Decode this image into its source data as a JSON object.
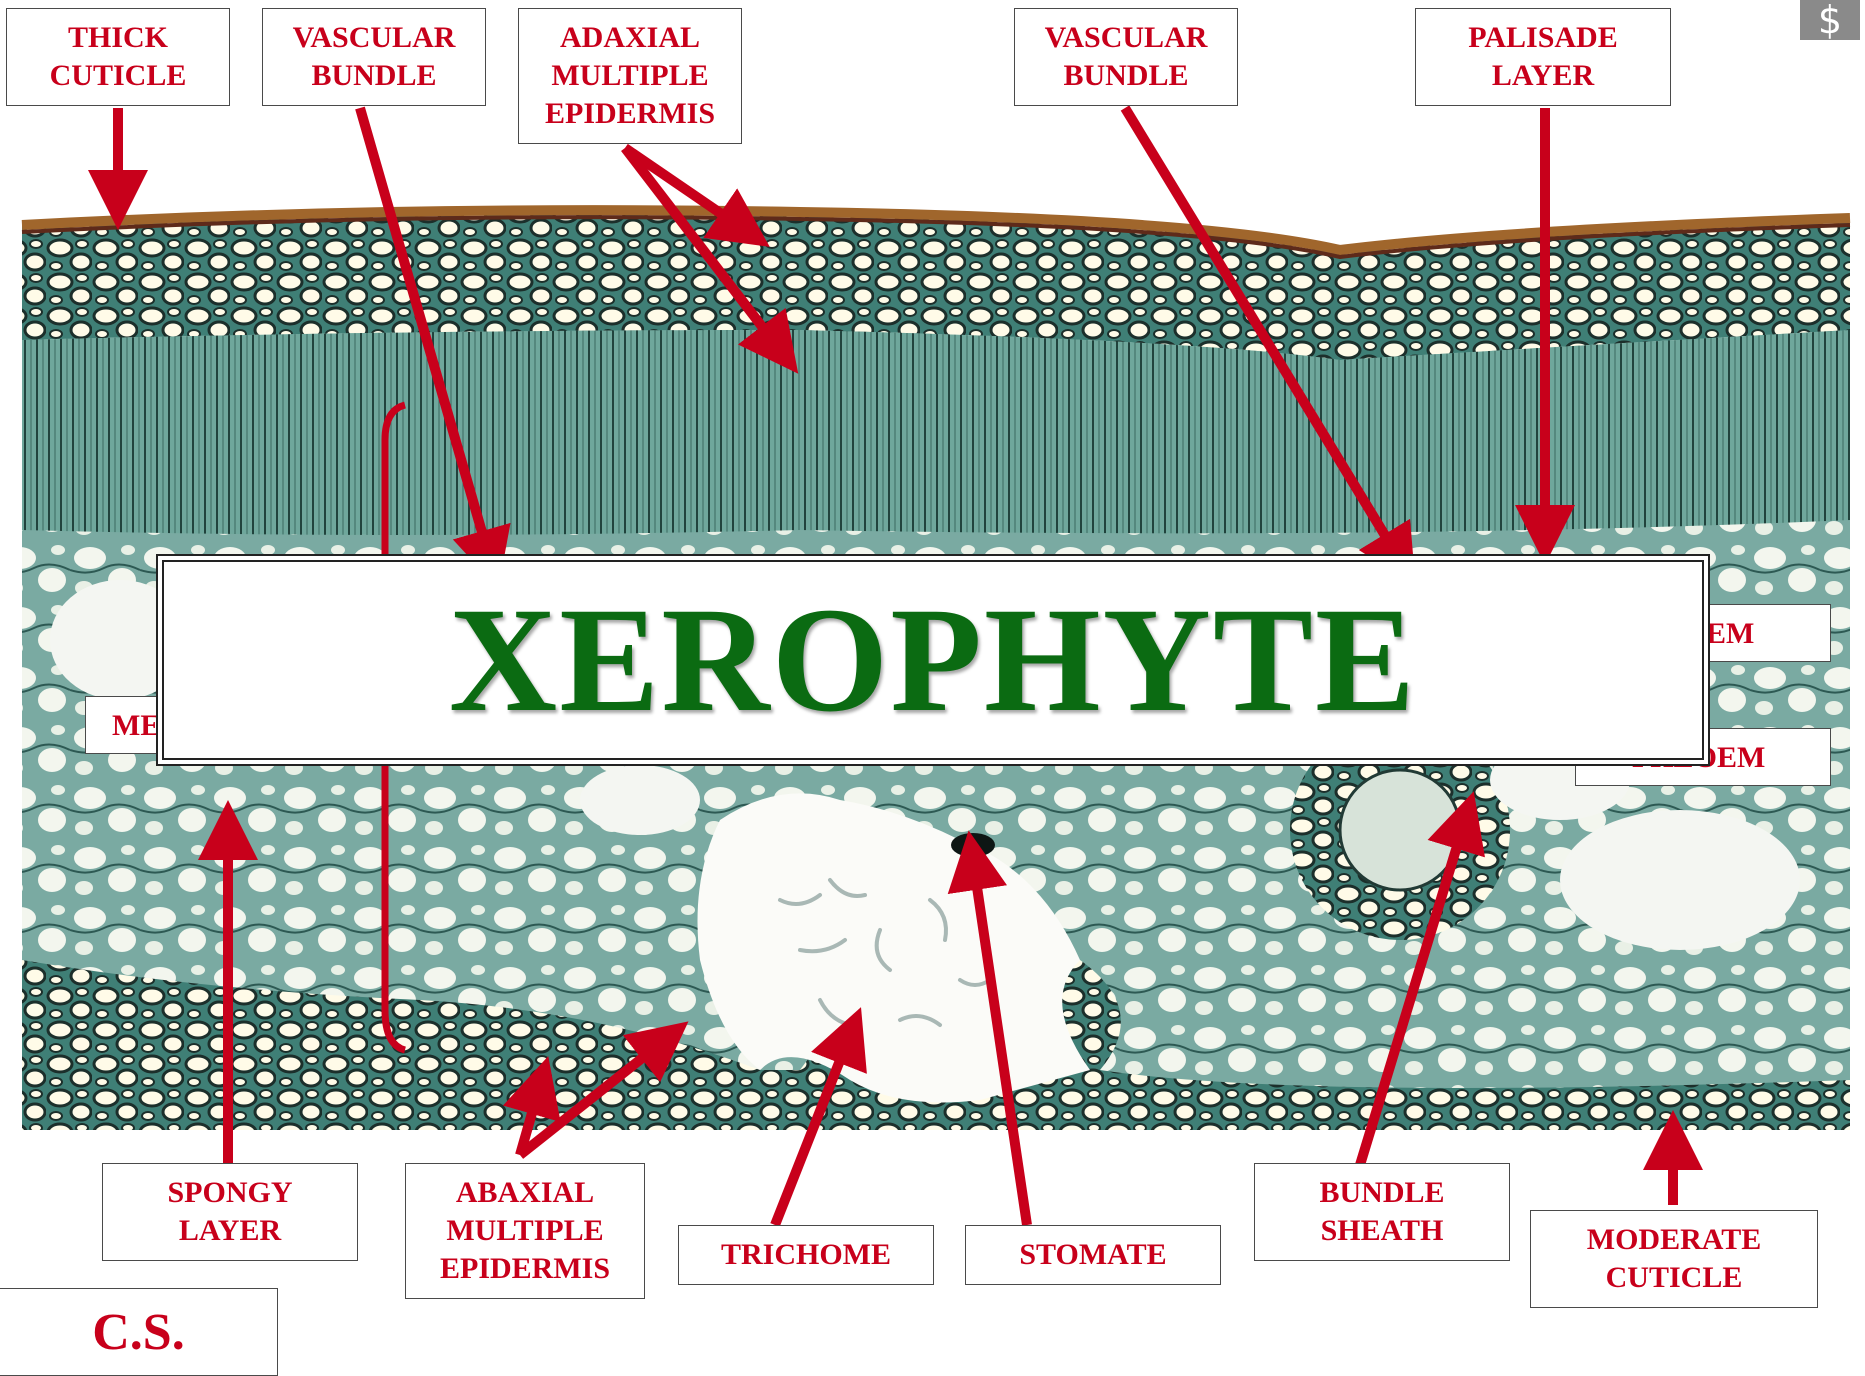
{
  "title": "XEROPHYTE",
  "section_label": "C.S.",
  "labels": {
    "thick_cuticle": "THICK\nCUTICLE",
    "vascular_bundle_left": "VASCULAR\nBUNDLE",
    "adaxial_multiple_epidermis": "ADAXIAL\nMULTIPLE\nEPIDERMIS",
    "vascular_bundle_right": "VASCULAR\nBUNDLE",
    "palisade_layer": "PALISADE\nLAYER",
    "xylem_partial": "EM",
    "phloem_partial": "PHLOEM",
    "mesophyll_partial": "ME",
    "spongy_layer": "SPONGY\nLAYER",
    "abaxial_multiple_epidermis": "ABAXIAL\nMULTIPLE\nEPIDERMIS",
    "trichome": "TRICHOME",
    "stomate": "STOMATE",
    "bundle_sheath": "BUNDLE\nSHEATH",
    "moderate_cuticle": "MODERATE\nCUTICLE"
  },
  "corner_icon": "dollar-icon",
  "corner_icon_glyph": "$",
  "colors": {
    "label_text": "#c8001b",
    "arrow": "#c8001b",
    "title_text": "#0b6b12",
    "tissue_green": "#4f8f85"
  }
}
